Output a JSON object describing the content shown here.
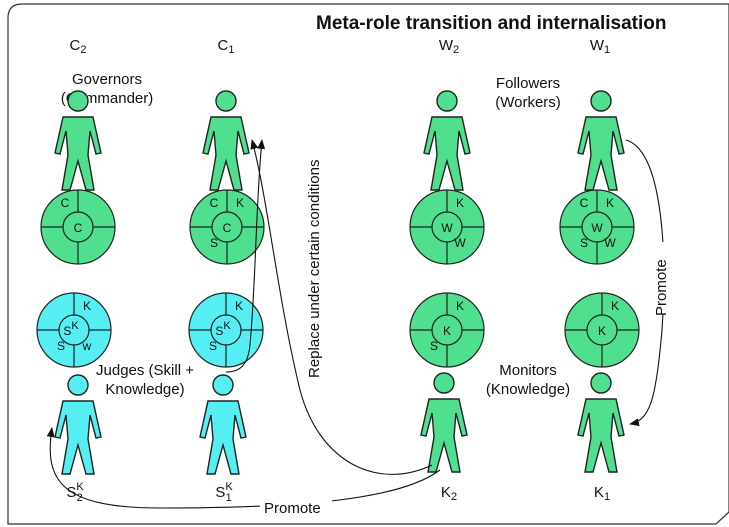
{
  "title": "Meta-role transition and internalisation",
  "colors": {
    "green": "#4fdf8e",
    "cyan": "#55eef2",
    "stroke": "#222222"
  },
  "groups": {
    "governors": "Governors\n(Commander)",
    "followers": "Followers\n(Workers)",
    "judges": "Judges (Skill +\nKnowledge)",
    "monitors": "Monitors\n(Knowledge)"
  },
  "figures": {
    "c2": {
      "base": "C",
      "sub": "2",
      "sup": ""
    },
    "c1": {
      "base": "C",
      "sub": "1",
      "sup": ""
    },
    "w2": {
      "base": "W",
      "sub": "2",
      "sup": ""
    },
    "w1": {
      "base": "W",
      "sub": "1",
      "sup": ""
    },
    "sk2": {
      "base": "S",
      "sub": "2",
      "sup": "K"
    },
    "sk1": {
      "base": "S",
      "sub": "1",
      "sup": "K"
    },
    "k2": {
      "base": "K",
      "sub": "2",
      "sup": ""
    },
    "k1": {
      "base": "K",
      "sub": "1",
      "sup": ""
    }
  },
  "circles": {
    "c2": {
      "center": "C",
      "center_sup": "",
      "top_left": "C",
      "top_right": "",
      "bottom_left": "",
      "bottom_right": ""
    },
    "c1": {
      "center": "C",
      "center_sup": "",
      "top_left": "C",
      "top_right": "K",
      "bottom_left": "S",
      "bottom_right": ""
    },
    "w2": {
      "center": "W",
      "center_sup": "",
      "top_left": "",
      "top_right": "K",
      "bottom_left": "",
      "bottom_right": "W"
    },
    "w1": {
      "center": "W",
      "center_sup": "",
      "top_left": "C",
      "top_right": "K",
      "bottom_left": "S",
      "bottom_right": "W"
    },
    "sk2": {
      "center": "S",
      "center_sup": "K",
      "top_left": "",
      "top_right": "K",
      "bottom_left": "S",
      "bottom_right": "w"
    },
    "sk1": {
      "center": "S",
      "center_sup": "K",
      "top_left": "",
      "top_right": "K",
      "bottom_left": "S",
      "bottom_right": ""
    },
    "k2": {
      "center": "K",
      "center_sup": "",
      "top_left": "",
      "top_right": "K",
      "bottom_left": "S",
      "bottom_right": ""
    },
    "k1": {
      "center": "K",
      "center_sup": "",
      "top_left": "",
      "top_right": "K",
      "bottom_left": "",
      "bottom_right": ""
    }
  },
  "arrows": {
    "replace": "Replace under certain conditions",
    "promote_right": "Promote",
    "promote_bottom": "Promote"
  }
}
